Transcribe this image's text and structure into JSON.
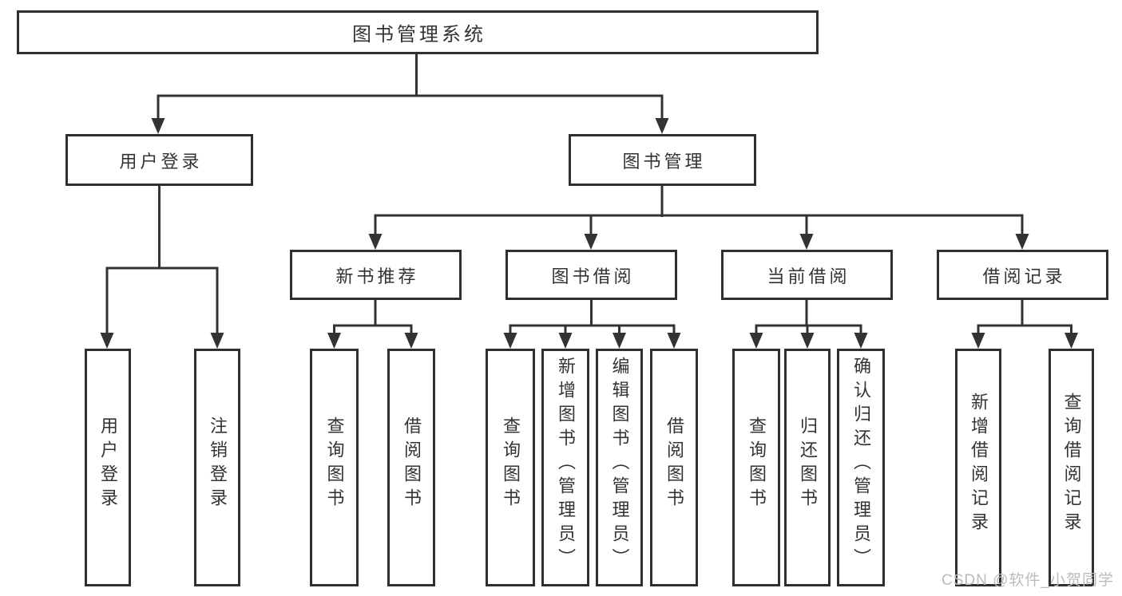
{
  "tree": {
    "root": {
      "label": "图书管理系统"
    },
    "level2": [
      {
        "label": "用户登录",
        "children": [
          {
            "label": "用户登录"
          },
          {
            "label": "注销登录"
          }
        ]
      },
      {
        "label": "图书管理",
        "children": [
          {
            "label": "新书推荐",
            "children": [
              {
                "label": "查询图书"
              },
              {
                "label": "借阅图书"
              }
            ]
          },
          {
            "label": "图书借阅",
            "children": [
              {
                "label": "查询图书"
              },
              {
                "label": "新增图书（管理员）"
              },
              {
                "label": "编辑图书（管理员）"
              },
              {
                "label": "借阅图书"
              }
            ]
          },
          {
            "label": "当前借阅",
            "children": [
              {
                "label": "查询图书"
              },
              {
                "label": "归还图书"
              },
              {
                "label": "确认归还（管理员）"
              }
            ]
          },
          {
            "label": "借阅记录",
            "children": [
              {
                "label": "新增借阅记录"
              },
              {
                "label": "查询借阅记录"
              }
            ]
          }
        ]
      }
    ]
  },
  "watermark": {
    "text": "CSDN @软件_小贺同学"
  },
  "colors": {
    "line": "#333333",
    "box_border": "#2f2f2f",
    "text": "#333333",
    "watermark": "#b9bcbe",
    "background": "#ffffff"
  }
}
